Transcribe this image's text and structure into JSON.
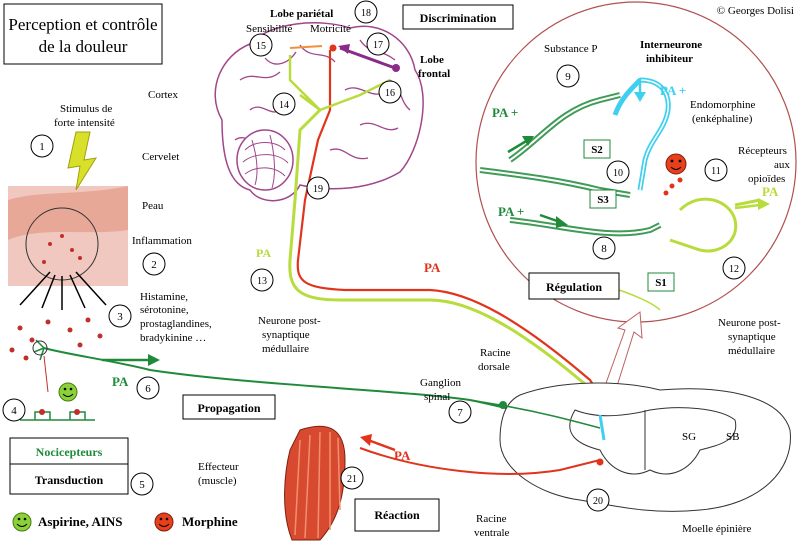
{
  "title": {
    "line1": "Perception et contrôle",
    "line2": "de la douleur"
  },
  "copyright": "© Georges Dolisi",
  "boxes": {
    "discrimination": "Discrimination",
    "propagation": "Propagation",
    "regulation": "Régulation",
    "reaction": "Réaction",
    "nocicepteurs": "Nocicepteurs",
    "transduction": "Transduction",
    "s1": "S1",
    "s2": "S2",
    "s3": "S3"
  },
  "labels": {
    "lobe_parietal": "Lobe pariétal",
    "sensibilite": "Sensibilité",
    "motricite": "Motricité",
    "lobe_frontal_1": "Lobe",
    "lobe_frontal_2": "frontal",
    "cortex": "Cortex",
    "cervelet": "Cervelet",
    "stimulus_1": "Stimulus de",
    "stimulus_2": "forte intensité",
    "peau": "Peau",
    "inflammation": "Inflammation",
    "mediators_1": "Histamine,",
    "mediators_2": "sérotonine,",
    "mediators_3": "prostaglandines,",
    "mediators_4": "bradykinine …",
    "neurone_med_left_1": "Neurone post-",
    "neurone_med_left_2": "synaptique",
    "neurone_med_left_3": "médullaire",
    "substance_p": "Substance P",
    "interneurone_1": "Interneurone",
    "interneurone_2": "inhibiteur",
    "endomorphine_1": "Endomorphine",
    "endomorphine_2": "(enképhaline)",
    "recepteurs_1": "Récepteurs",
    "recepteurs_2": "aux",
    "recepteurs_3": "opioïdes",
    "neurone_med_right_1": "Neurone post-",
    "neurone_med_right_2": "synaptique",
    "neurone_med_right_3": "médullaire",
    "racine_dorsale_1": "Racine",
    "racine_dorsale_2": "dorsale",
    "ganglion_1": "Ganglion",
    "ganglion_2": "spinal",
    "effecteur_1": "Effecteur",
    "effecteur_2": "(muscle)",
    "racine_ventrale_1": "Racine",
    "racine_ventrale_2": "ventrale",
    "moelle": "Moelle épinière",
    "sg": "SG",
    "sb": "SB",
    "aspirine": "Aspirine, AINS",
    "morphine": "Morphine"
  },
  "pa": {
    "left_lower": "PA",
    "lower_red": "PA",
    "left_cortex": "PA",
    "circle_top": "PA +",
    "circle_mid": "PA +",
    "circle_cyan": "PA +",
    "circle_right": "PA",
    "reaction_red": "PA"
  },
  "numbers": {
    "n1": "1",
    "n2": "2",
    "n3": "3",
    "n4": "4",
    "n5": "5",
    "n6": "6",
    "n7": "7",
    "n8": "8",
    "n9": "9",
    "n10": "10",
    "n11": "11",
    "n12": "12",
    "n13": "13",
    "n14": "14",
    "n15": "15",
    "n16": "16",
    "n17": "17",
    "n18": "18",
    "n19": "19",
    "n20": "20",
    "n21": "21"
  },
  "colors": {
    "green_dark": "#1f8a3a",
    "green_light": "#b7dc3c",
    "red": "#e0341c",
    "cyan": "#3fd0f0",
    "purple": "#8a2a8a",
    "brain": "#a0468a",
    "circle_border": "#b05050",
    "smiley_green": "#8bd13a",
    "smiley_red": "#e8401c"
  }
}
